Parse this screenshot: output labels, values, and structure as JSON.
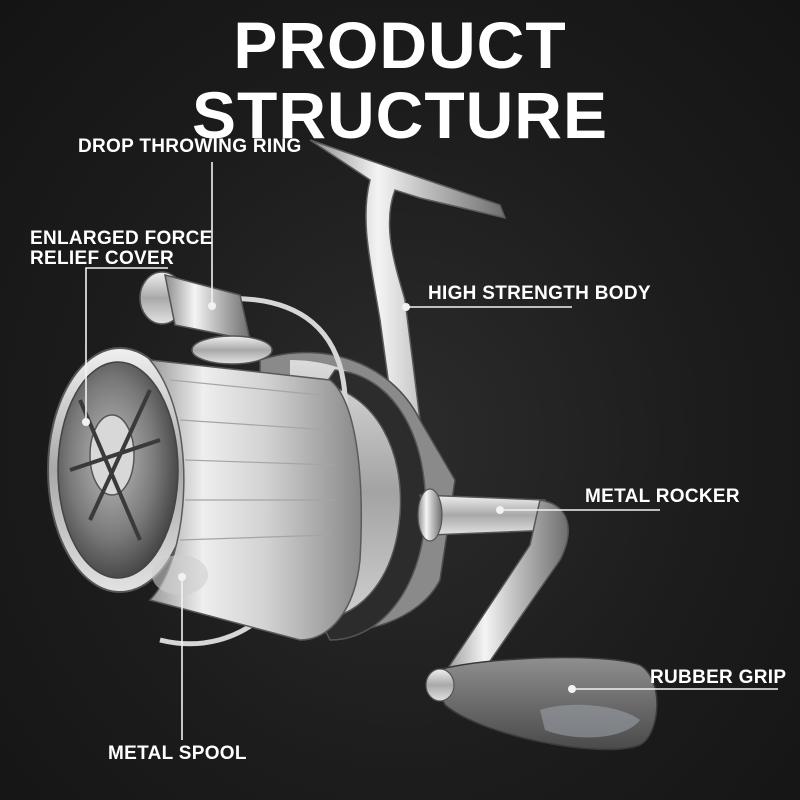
{
  "title": {
    "line1": "PRODUCT",
    "line2": "STRUCTURE"
  },
  "labels": {
    "drop_throwing_ring": "DROP THROWING RING",
    "enlarged_cover_line1": "ENLARGED FORCE",
    "enlarged_cover_line2": "RELIEF COVER",
    "high_strength_body": "HIGH STRENGTH BODY",
    "metal_rocker": "METAL ROCKER",
    "rubber_grip": "RUBBER GRIP",
    "metal_spool": "METAL  SPOOL"
  },
  "colors": {
    "background": "#1b1b1b",
    "text": "#ffffff",
    "leader_line": "#f2f2f2",
    "metal": "#c9c9c9"
  }
}
